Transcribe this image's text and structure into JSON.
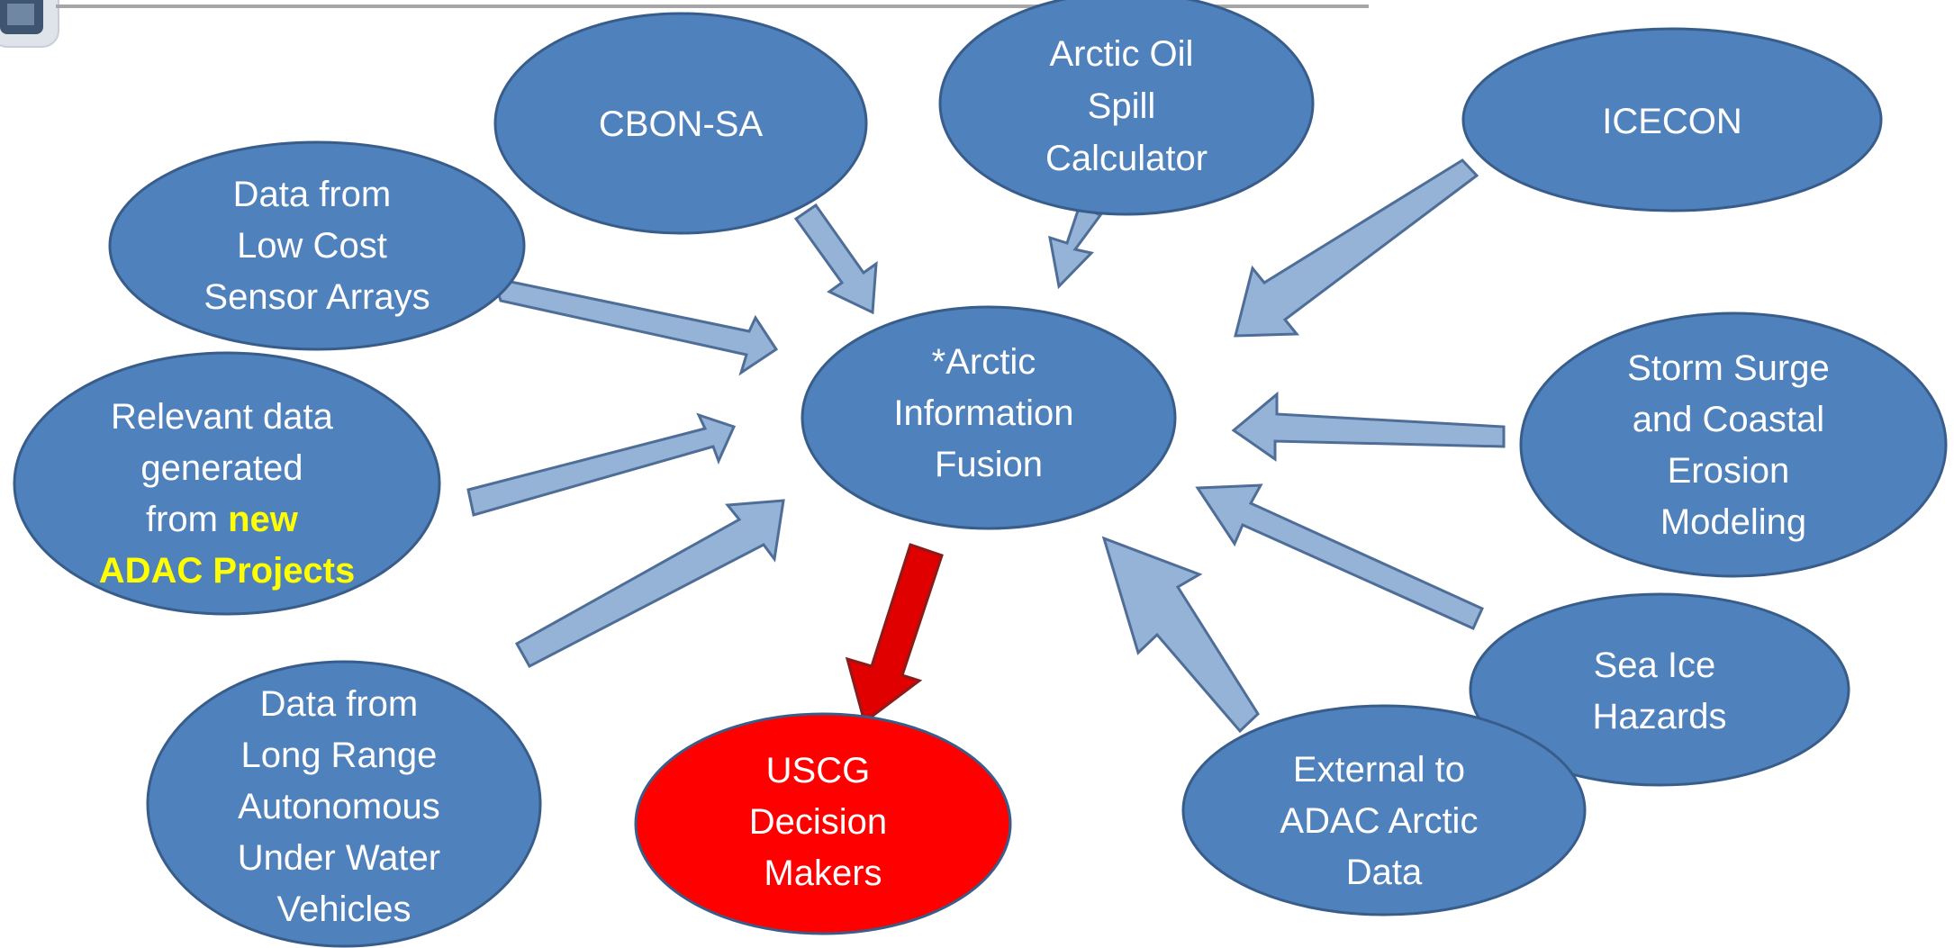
{
  "colors": {
    "node_fill": "#4f81bd",
    "node_stroke": "#385d8a",
    "arrow_fill": "#95b3d7",
    "highlight_node_fill": "#ff0000",
    "highlight_arrow_fill": "#e00000",
    "highlight_text": "#ffff00"
  },
  "nodes": {
    "cbon": {
      "lines": [
        "CBON-SA"
      ]
    },
    "oil": {
      "lines": [
        "Arctic Oil",
        "Spill",
        "Calculator"
      ]
    },
    "icecon": {
      "lines": [
        "ICECON"
      ]
    },
    "lowcost": {
      "lines": [
        "Data from",
        "Low Cost",
        "Sensor Arrays"
      ]
    },
    "fusion": {
      "lines": [
        "*Arctic",
        "Information",
        "Fusion"
      ]
    },
    "storm": {
      "lines": [
        "Storm Surge",
        "and Coastal",
        "Erosion",
        "Modeling"
      ]
    },
    "relevant": {
      "line1": "Relevant data",
      "line2": "generated",
      "line3_prefix": "from ",
      "line3_highlight": "new",
      "line4_highlight": "ADAC Projects"
    },
    "seaice": {
      "lines": [
        "Sea Ice",
        "Hazards"
      ]
    },
    "longrange": {
      "lines": [
        "Data from",
        "Long Range",
        "Autonomous",
        "Under Water",
        "Vehicles"
      ]
    },
    "uscg": {
      "lines": [
        "USCG",
        "Decision",
        "Makers"
      ]
    },
    "external": {
      "lines": [
        "External to",
        "ADAC Arctic",
        "Data"
      ]
    }
  }
}
